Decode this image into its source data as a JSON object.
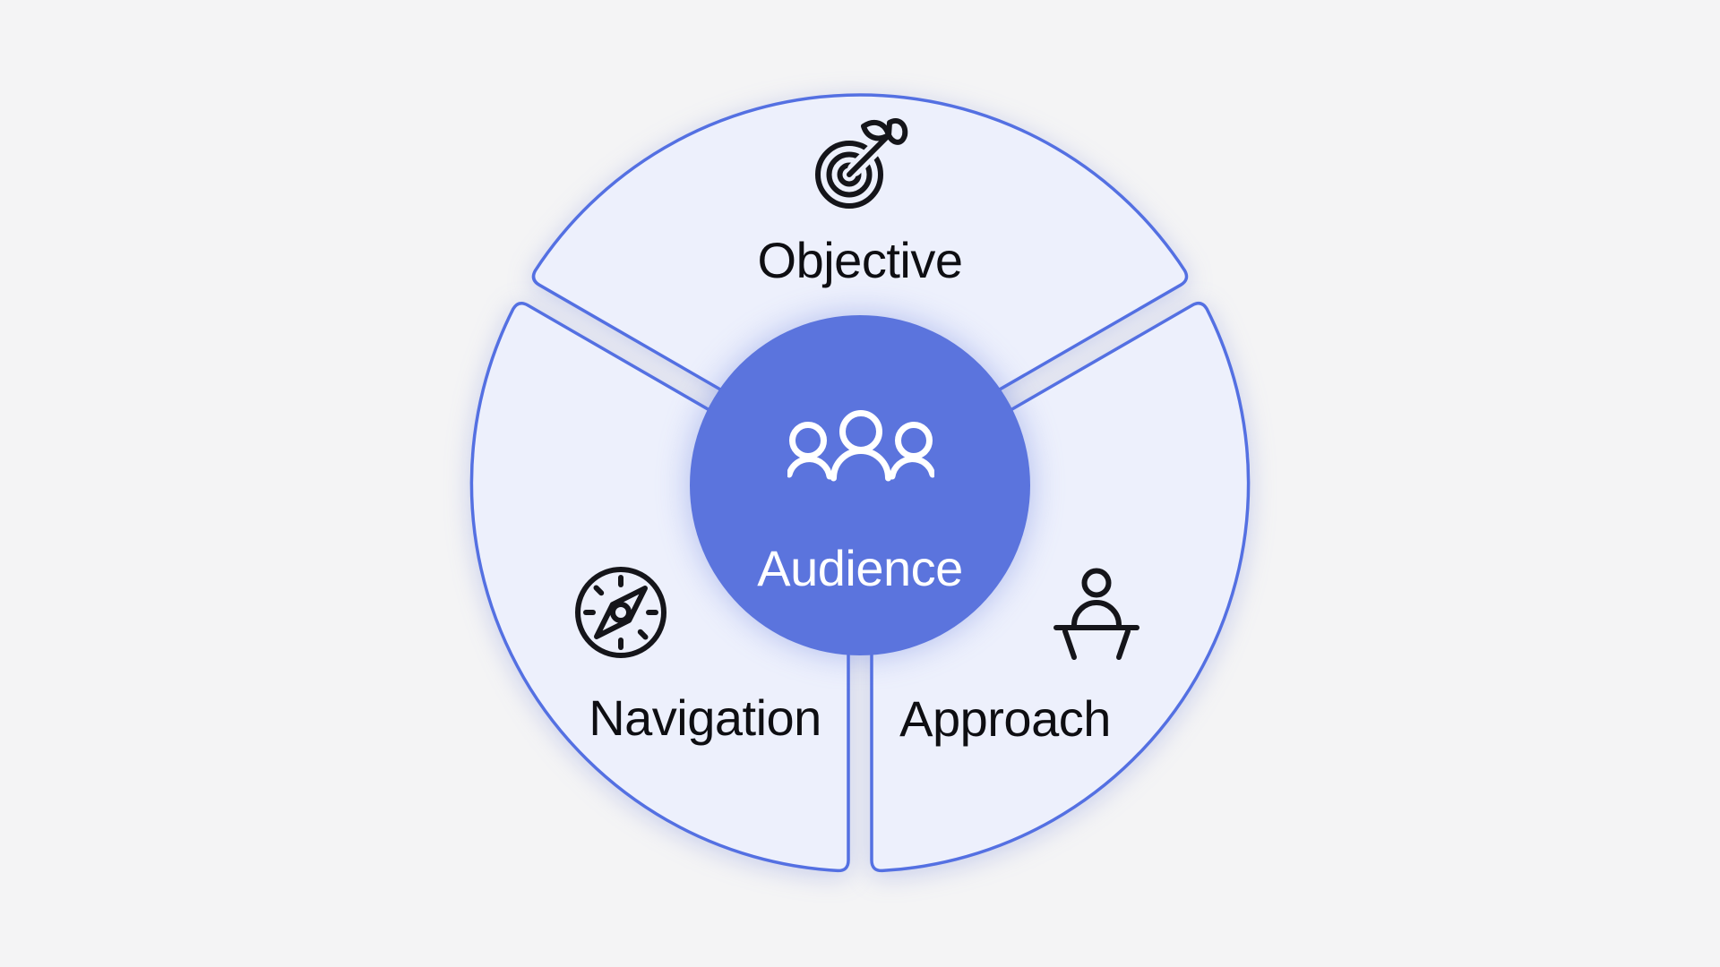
{
  "diagram": {
    "center": {
      "label": "Audience",
      "icon": "people-icon"
    },
    "segments": [
      {
        "id": "objective",
        "label": "Objective",
        "icon": "target-icon"
      },
      {
        "id": "navigation",
        "label": "Navigation",
        "icon": "compass-icon"
      },
      {
        "id": "approach",
        "label": "Approach",
        "icon": "lectern-icon"
      }
    ],
    "colors": {
      "hub_fill": "#5b74dd",
      "segment_fill": "#edf0fc",
      "segment_stroke": "#5470e2",
      "icon_stroke": "#15151a",
      "label_color": "#0e0e12",
      "hub_label_color": "#ffffff",
      "page_background": "#f4f4f5"
    }
  }
}
